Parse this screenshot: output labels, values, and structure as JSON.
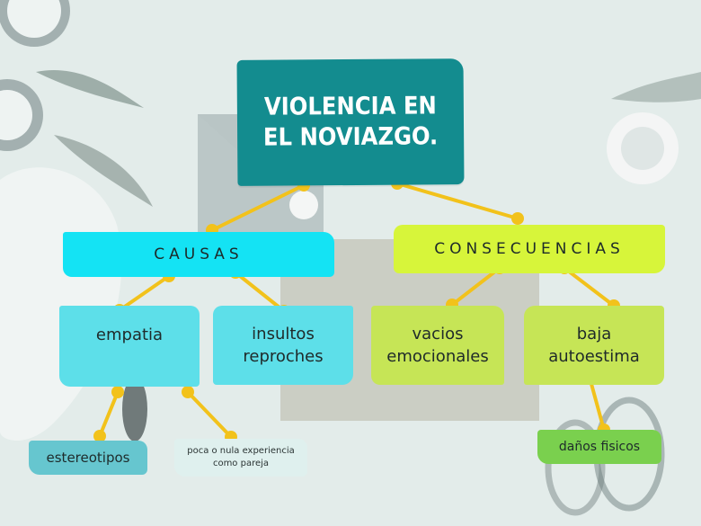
{
  "title": "VIOLENCIA EN EL NOVIAZGO.",
  "branches": {
    "causas": {
      "label": "CAUSAS",
      "items": {
        "empatia": "empatia",
        "insultos": "insultos reproches"
      },
      "leaves": {
        "estereotipos": "estereotipos",
        "poca": "poca o nula experiencia como pareja"
      }
    },
    "consecuencias": {
      "label": "CONSECUENCIAS",
      "items": {
        "vacios": "vacios emocionales",
        "baja": "baja autoestima"
      },
      "leaves": {
        "danos": "daños fisicos"
      }
    }
  },
  "colors": {
    "main": "#138c8f",
    "causas": "#14e3f4",
    "consecuencias": "#d7f53a",
    "connector": "#f2c21b"
  }
}
